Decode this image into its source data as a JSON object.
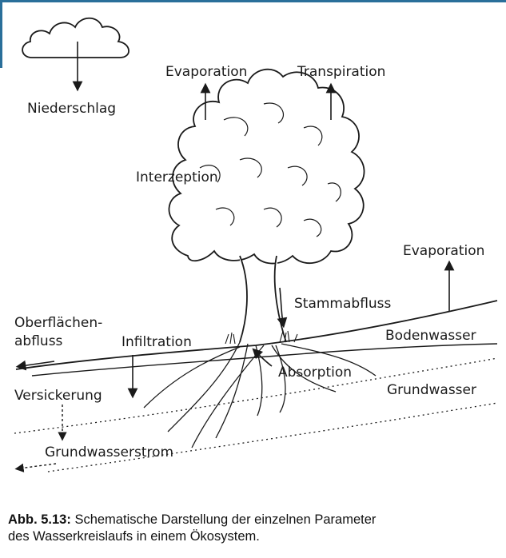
{
  "labels": {
    "niederschlag": "Niederschlag",
    "evaporation_tree": "Evaporation",
    "transpiration": "Transpiration",
    "interzeption": "Interzeption",
    "evaporation_ground": "Evaporation",
    "stammabfluss": "Stammabfluss",
    "oberflaechen_line1": "Oberflächen-",
    "oberflaechen_line2": "abfluss",
    "infiltration": "Infiltration",
    "bodenwasser": "Bodenwasser",
    "absorption": "Absorption",
    "versickerung": "Versickerung",
    "grundwasser": "Grundwasser",
    "grundwasserstrom": "Grundwasserstrom"
  },
  "caption": {
    "number": "Abb. 5.13:",
    "text_line1": "Schematische Darstellung der einzelnen Parameter",
    "text_line2": "des Wasserkreislaufs in einem Ökosystem."
  }
}
